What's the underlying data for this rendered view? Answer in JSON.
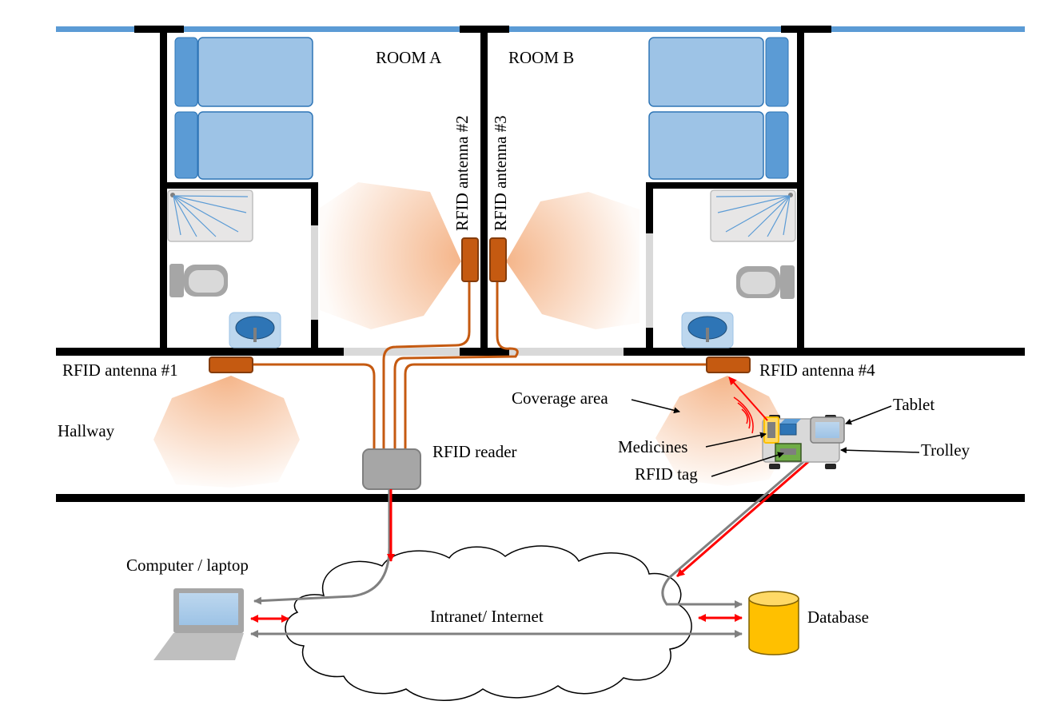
{
  "labels": {
    "room_a": "ROOM A",
    "room_b": "ROOM B",
    "antenna_1": "RFID antenna #1",
    "antenna_2": "RFID antenna #2",
    "antenna_3": "RFID antenna #3",
    "antenna_4": "RFID antenna #4",
    "hallway": "Hallway",
    "rfid_reader": "RFID reader",
    "coverage_area": "Coverage area",
    "tablet": "Tablet",
    "medicines": "Medicines",
    "trolley": "Trolley",
    "rfid_tag": "RFID tag",
    "computer": "Computer / laptop",
    "network": "Intranet/ Internet",
    "database": "Database"
  },
  "colors": {
    "wall": "#000000",
    "window": "#5b9bd5",
    "bed": "#9dc3e6",
    "pillow": "#5b9bd5",
    "antenna": "#c55a11",
    "cable": "#c55a11",
    "coverage": "#f4b183",
    "device_gray": "#a6a6a6",
    "network_link": "#808080",
    "signal": "#ff0000",
    "database": "#ffc000",
    "tag_green": "#70ad47",
    "medicine_blue": "#2e75b6"
  }
}
